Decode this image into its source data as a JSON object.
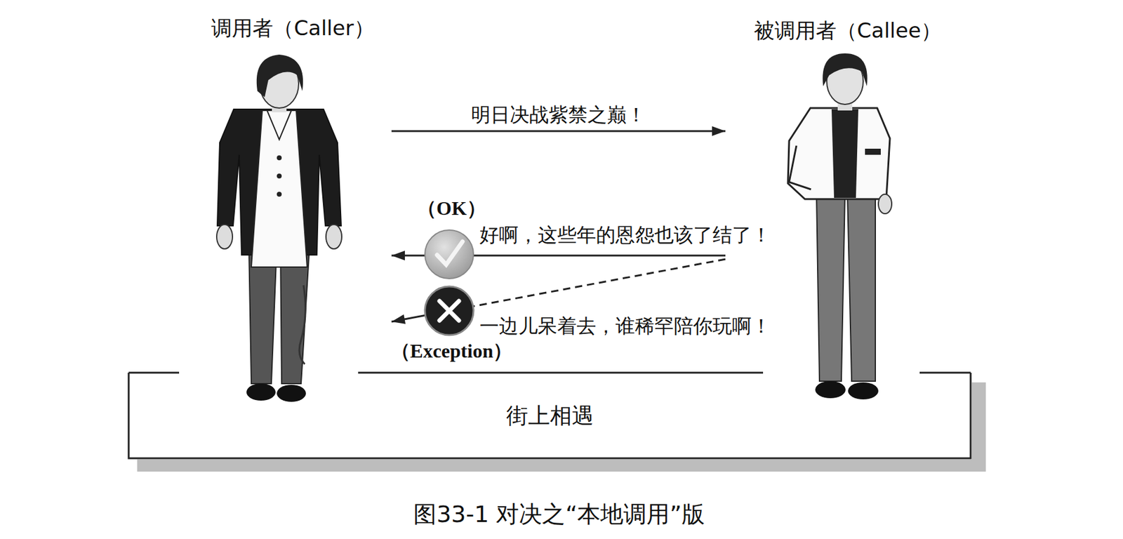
{
  "diagram": {
    "caption": "图33-1 对决之“本地调用”版",
    "nodes": [
      {
        "text": [
          "调用者（Caller）"
        ]
      },
      {
        "text": [
          "被调用者（Callee）"
        ]
      },
      {
        "text": [
          "街上相遇"
        ]
      }
    ],
    "edges": [
      {
        "from": 0,
        "to": 1,
        "arrow": "to",
        "label": "明日决战紫禁之巅！"
      },
      {
        "from": 1,
        "to": 0,
        "arrow": "to",
        "label": "好啊，这些年的恩怨也该了结了！"
      },
      {
        "from": 1,
        "to": 0,
        "arrow": "to",
        "label": "一边儿呆着去，谁稀罕陪你玩啊！"
      }
    ],
    "labels": [
      "（OK）",
      "（Exception）"
    ]
  }
}
